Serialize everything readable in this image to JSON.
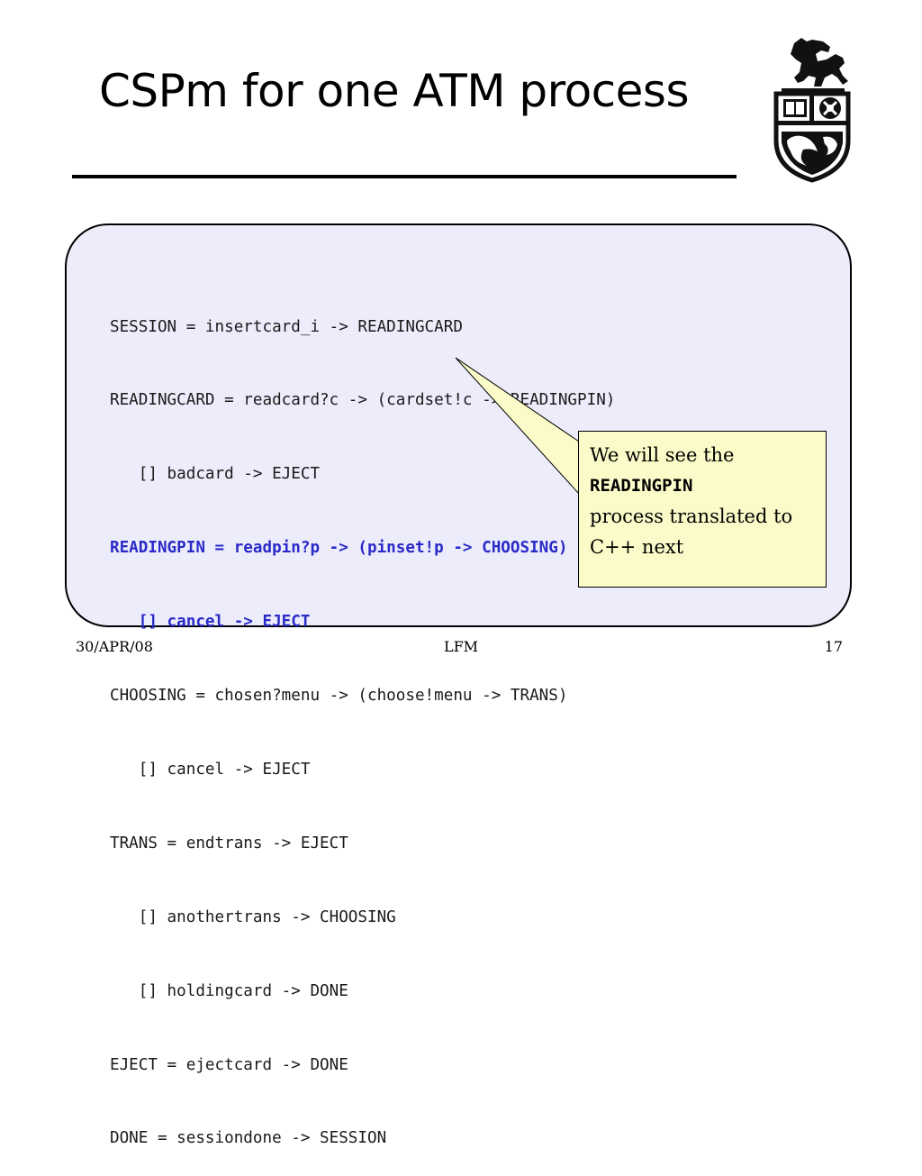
{
  "slide": {
    "title": "CSPm for one ATM process",
    "code_lines": [
      {
        "text": "SESSION = insertcard_i -> READINGCARD",
        "highlight": false
      },
      {
        "text": "READINGCARD = readcard?c -> (cardset!c -> READINGPIN)",
        "highlight": false
      },
      {
        "text": "   [] badcard -> EJECT",
        "highlight": false
      },
      {
        "text": "READINGPIN = readpin?p -> (pinset!p -> CHOOSING)",
        "highlight": true
      },
      {
        "text": "   [] cancel -> EJECT",
        "highlight": true
      },
      {
        "text": "CHOOSING = chosen?menu -> (choose!menu -> TRANS)",
        "highlight": false
      },
      {
        "text": "   [] cancel -> EJECT",
        "highlight": false
      },
      {
        "text": "TRANS = endtrans -> EJECT",
        "highlight": false
      },
      {
        "text": "   [] anothertrans -> CHOOSING",
        "highlight": false
      },
      {
        "text": "   [] holdingcard -> DONE",
        "highlight": false
      },
      {
        "text": "EJECT = ejectcard -> DONE",
        "highlight": false
      },
      {
        "text": "DONE = sessiondone -> SESSION",
        "highlight": false
      }
    ],
    "callout": {
      "line1": "We will see the",
      "keyword": "READINGPIN",
      "line3": "process translated to",
      "line4": "C++ next"
    },
    "footer": {
      "date": "30/APR/08",
      "center": "LFM",
      "page": "17"
    }
  },
  "colors": {
    "highlight_text": "#2a2ac8",
    "code_background": "#ececfb",
    "callout_background": "#fbfbc9"
  },
  "icons": {
    "crest": "university-crest-horse-book-logo"
  }
}
